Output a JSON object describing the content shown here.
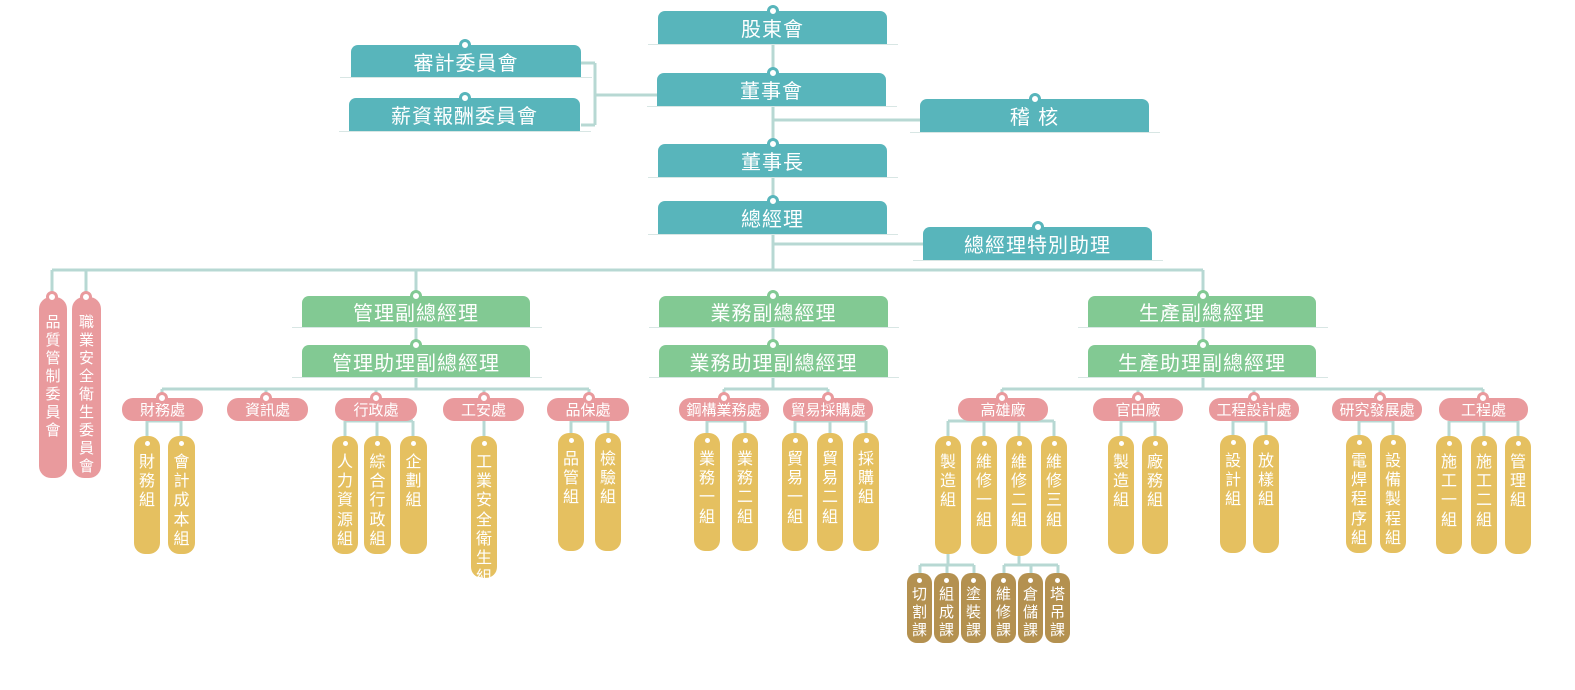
{
  "top": {
    "shareholders": "股東會",
    "audit_committee": "審計委員會",
    "remuneration_committee": "薪資報酬委員會",
    "board": "董事會",
    "internal_audit": "稽 核",
    "chairman": "董事長",
    "president": "總經理",
    "special_assistant": "總經理特別助理"
  },
  "side_committees": [
    "品質管制委員會",
    "職業安全衛生委員會"
  ],
  "divisions": {
    "management": {
      "vp": "管理副總經理",
      "avp": "管理助理副總經理"
    },
    "business": {
      "vp": "業務副總經理",
      "avp": "業務助理副總經理"
    },
    "production": {
      "vp": "生產副總經理",
      "avp": "生產助理副總經理"
    }
  },
  "departments": {
    "finance": {
      "name": "財務處",
      "units": [
        "財務組",
        "會計成本組"
      ]
    },
    "it": {
      "name": "資訊處",
      "units": []
    },
    "admin": {
      "name": "行政處",
      "units": [
        "人力資源組",
        "綜合行政組",
        "企劃組"
      ]
    },
    "safety": {
      "name": "工安處",
      "units": [
        "工業安全衛生組"
      ]
    },
    "qa": {
      "name": "品保處",
      "units": [
        "品管組",
        "檢驗組"
      ]
    },
    "steel_sales": {
      "name": "鋼構業務處",
      "units": [
        "業務一組",
        "業務二組"
      ]
    },
    "trade": {
      "name": "貿易採購處",
      "units": [
        "貿易一組",
        "貿易二組",
        "採購組"
      ]
    },
    "kaohsiung": {
      "name": "高雄廠",
      "units": [
        "製造組",
        "維修一組",
        "維修二組",
        "維修三組"
      ]
    },
    "guantian": {
      "name": "官田廠",
      "units": [
        "製造組",
        "廠務組"
      ]
    },
    "engineering_design": {
      "name": "工程設計處",
      "units": [
        "設計組",
        "放樣組"
      ]
    },
    "rnd": {
      "name": "研究發展處",
      "units": [
        "電焊程序組",
        "設備製程組"
      ]
    },
    "engineering": {
      "name": "工程處",
      "units": [
        "施工一組",
        "施工二組",
        "管理組"
      ]
    }
  },
  "sections": {
    "manufacturing": [
      "切割課",
      "組成課",
      "塗裝課"
    ],
    "maintenance2": [
      "維修課",
      "倉儲課",
      "塔吊課"
    ]
  },
  "colors": {
    "teal": "#58b5bb",
    "green": "#82c993",
    "pink": "#e99a9d",
    "gold": "#e5c060",
    "brown": "#b49150",
    "connector": "#b7d8d3"
  }
}
